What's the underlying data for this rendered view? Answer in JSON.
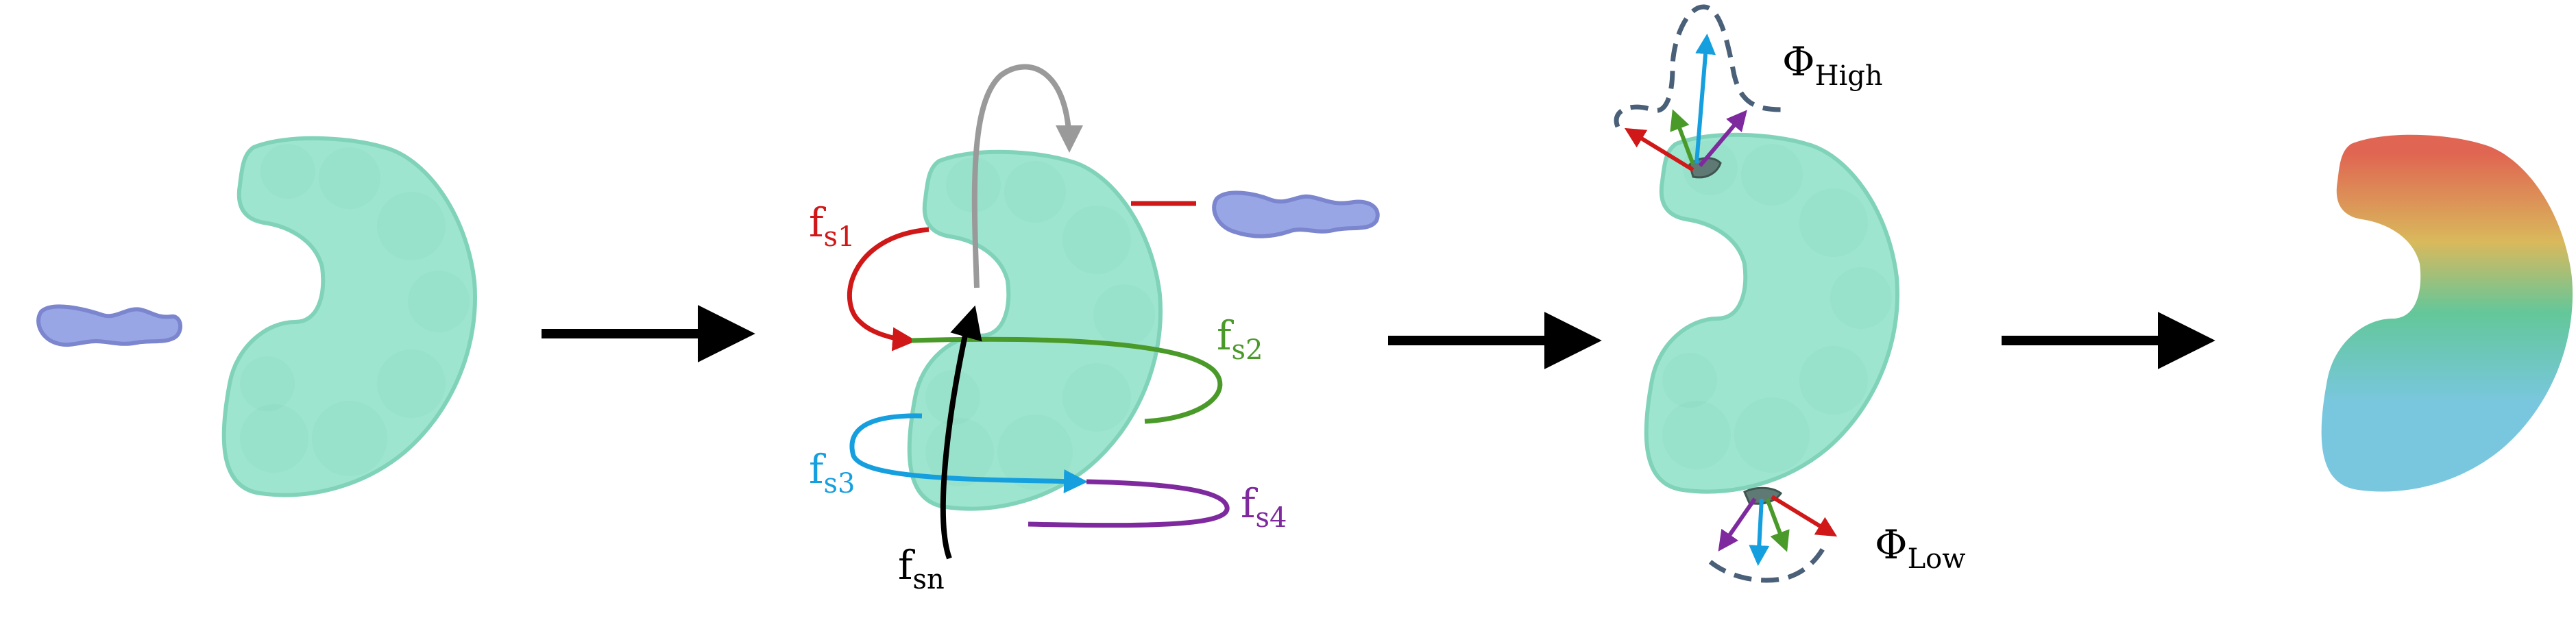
{
  "labels": {
    "fs1": {
      "main": "f",
      "sub": "s1"
    },
    "fs2": {
      "main": "f",
      "sub": "s2"
    },
    "fs3": {
      "main": "f",
      "sub": "s3"
    },
    "fs4": {
      "main": "f",
      "sub": "s4"
    },
    "fsn": {
      "main": "f",
      "sub": "sn"
    },
    "phi_high": {
      "main": "Φ",
      "sub": "High"
    },
    "phi_low": {
      "main": "Φ",
      "sub": "Low"
    }
  },
  "colors": {
    "protein_fill": "#9ee5cf",
    "protein_stroke": "#80d3b9",
    "ligand_fill": "#99a6e6",
    "ligand_stroke": "#7b86cf",
    "arrow": "#000000",
    "s1": "#d01818",
    "s2": "#4a9a2a",
    "s3": "#169fde",
    "s4": "#7e2a9e",
    "sn": "#000000",
    "loop": "#9a9a9a",
    "envelope": "#4a5f78",
    "patch": "#5f7a74",
    "heat_top": "#e06552",
    "heat_mid": "#d9b95c",
    "heat_low": "#63c79a",
    "heat_bottom": "#79c7de"
  }
}
